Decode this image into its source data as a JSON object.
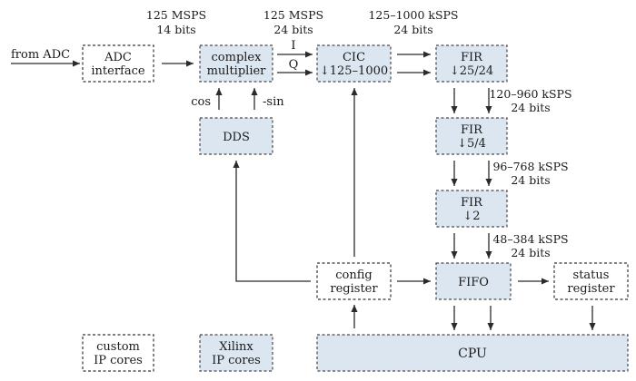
{
  "annotations": {
    "adc_rate": "125 MSPS",
    "adc_bits": "14 bits",
    "mult_rate": "125 MSPS",
    "mult_bits": "24 bits",
    "cic_rate": "125–1000 kSPS",
    "cic_bits": "24 bits",
    "fir1_rate": "120–960 kSPS",
    "fir1_bits": "24 bits",
    "fir2_rate": "96–768 kSPS",
    "fir2_bits": "24 bits",
    "fir3_rate": "48–384 kSPS",
    "fir3_bits": "24 bits"
  },
  "labels": {
    "from_adc": "from ADC",
    "i": "I",
    "q": "Q",
    "cos": "cos",
    "sin": "-sin"
  },
  "blocks": {
    "adc": [
      "ADC",
      "interface"
    ],
    "mult": [
      "complex",
      "multiplier"
    ],
    "cic": [
      "CIC",
      "↓125–1000"
    ],
    "fir1": [
      "FIR",
      "↓25/24"
    ],
    "fir2": [
      "FIR",
      "↓5/4"
    ],
    "fir3": [
      "FIR",
      "↓2"
    ],
    "fifo": "FIFO",
    "dds": "DDS",
    "config": [
      "config",
      "register"
    ],
    "status": [
      "status",
      "register"
    ],
    "cpu": "CPU",
    "legend_custom": [
      "custom",
      "IP cores"
    ],
    "legend_xilinx": [
      "Xilinx",
      "IP cores"
    ]
  },
  "colors": {
    "ip_fill": "#dce6f0",
    "line": "#2b2b2b"
  }
}
